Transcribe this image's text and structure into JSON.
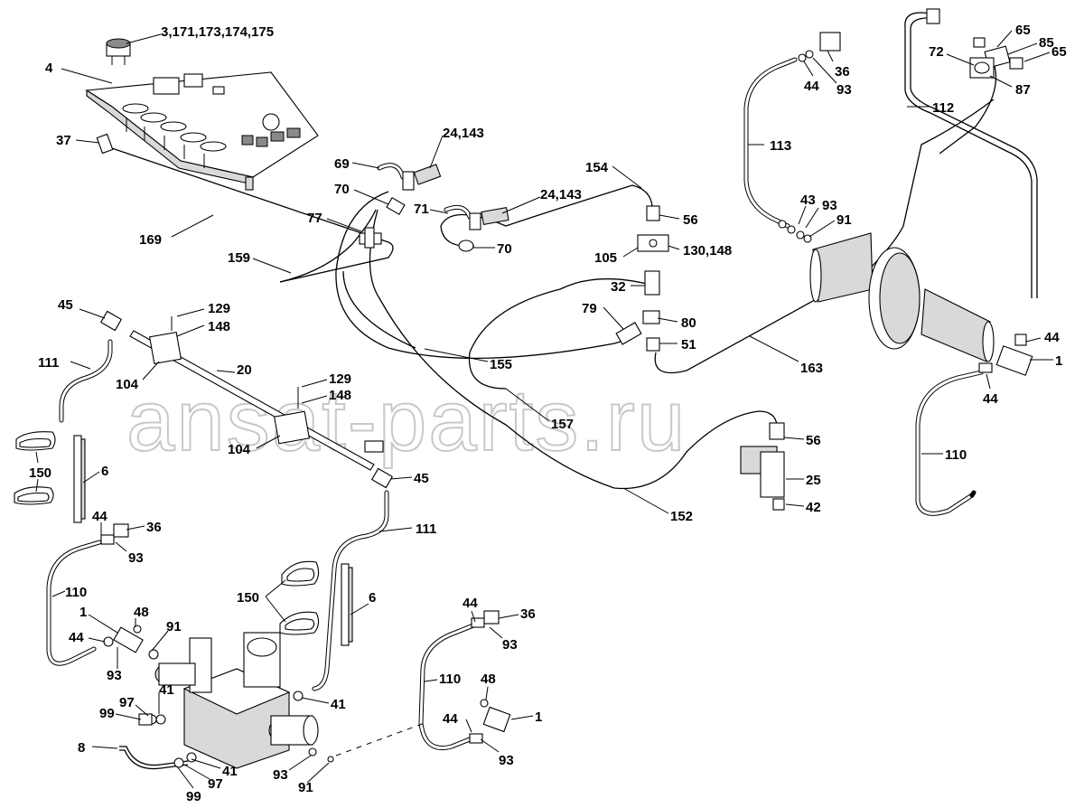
{
  "watermark": "ansat-parts.ru",
  "labels": [
    "3,171,173,174,175",
    "4",
    "37",
    "169",
    "69",
    "24,143",
    "70",
    "77",
    "71",
    "24,143",
    "70",
    "159",
    "154",
    "56",
    "105",
    "130,148",
    "32",
    "79",
    "80",
    "51",
    "45",
    "129",
    "148",
    "104",
    "20",
    "129",
    "148",
    "155",
    "157",
    "111",
    "104",
    "45",
    "56",
    "25",
    "42",
    "152",
    "150",
    "6",
    "44",
    "36",
    "93",
    "110",
    "111",
    "150",
    "6",
    "1",
    "48",
    "91",
    "44",
    "93",
    "41",
    "97",
    "99",
    "41",
    "8",
    "41",
    "97",
    "99",
    "93",
    "91",
    "44",
    "36",
    "93",
    "110",
    "48",
    "44",
    "1",
    "93",
    "65",
    "85",
    "72",
    "65",
    "87",
    "36",
    "44",
    "93",
    "112",
    "113",
    "43",
    "93",
    "91",
    "163",
    "44",
    "1",
    "44",
    "110"
  ]
}
